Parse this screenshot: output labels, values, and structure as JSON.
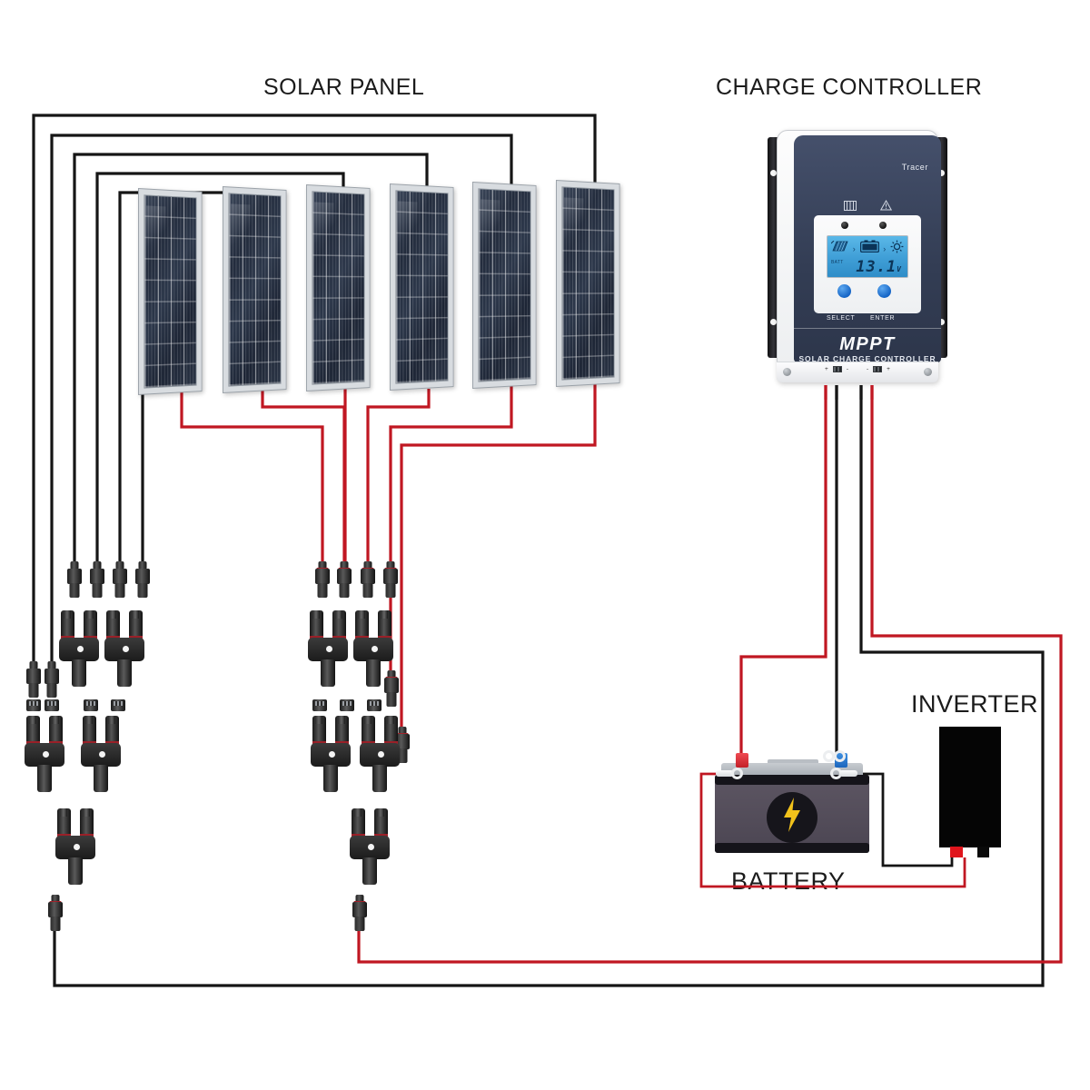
{
  "diagram": {
    "title_solar_panel": "SOLAR PANEL",
    "title_charge_controller": "CHARGE CONTROLLER",
    "title_battery": "BATTERY",
    "title_inverter": "INVERTER",
    "background": "#ffffff",
    "wire_negative_color": "#151515",
    "wire_positive_color": "#c01722"
  },
  "solar_array": {
    "panel_count": 6,
    "panel_type": "polycrystalline",
    "frame_color": "#d8dce0",
    "cell_color": "#232c3d",
    "cell_columns": 4,
    "cell_rows": 9,
    "top_wire_polarity": "negative",
    "bottom_wire_polarity": "positive"
  },
  "connectors": {
    "negative_tree_label": "mc4-negative-tree",
    "positive_tree_label": "mc4-positive-tree",
    "single_connectors_per_tree": 4,
    "branch_levels": 3,
    "negative_output_color": "#151515",
    "positive_output_color": "#c01722"
  },
  "charge_controller": {
    "brand": "Tracer",
    "model_line": "MPPT",
    "subtitle": "SOLAR CHARGE CONTROLLER",
    "button_select": "SELECT",
    "button_enter": "ENTER",
    "face_color": "#39425a",
    "shell_color": "#fdfdfd",
    "lcd": {
      "background": "#3f9ed6",
      "voltage": "13.1",
      "voltage_unit": "V",
      "battery_tag": "BATT",
      "arrow": "›",
      "icons": [
        "solar-panel-icon",
        "battery-icon",
        "sun-icon"
      ]
    },
    "indicator_icons": [
      "solar-panel-icon",
      "warning-triangle-icon"
    ],
    "led_count": 2,
    "terminals": {
      "battery_positive": "+",
      "battery_label": "battery-icon",
      "battery_negative": "-",
      "pv_negative": "-",
      "pv_label": "solar-panel-icon",
      "pv_positive": "+"
    }
  },
  "battery": {
    "positive_terminal_color": "#e03c44",
    "negative_terminal_color": "#2f7ed4",
    "case_color": "#554e5c",
    "badge_icon": "lightning-bolt-icon",
    "badge_glyph": "⚡",
    "bolt_color": "#f2c21b"
  },
  "inverter": {
    "body_color": "#050505",
    "positive_terminal_color": "#e0151c",
    "negative_terminal_color": "#0a0a0a"
  }
}
